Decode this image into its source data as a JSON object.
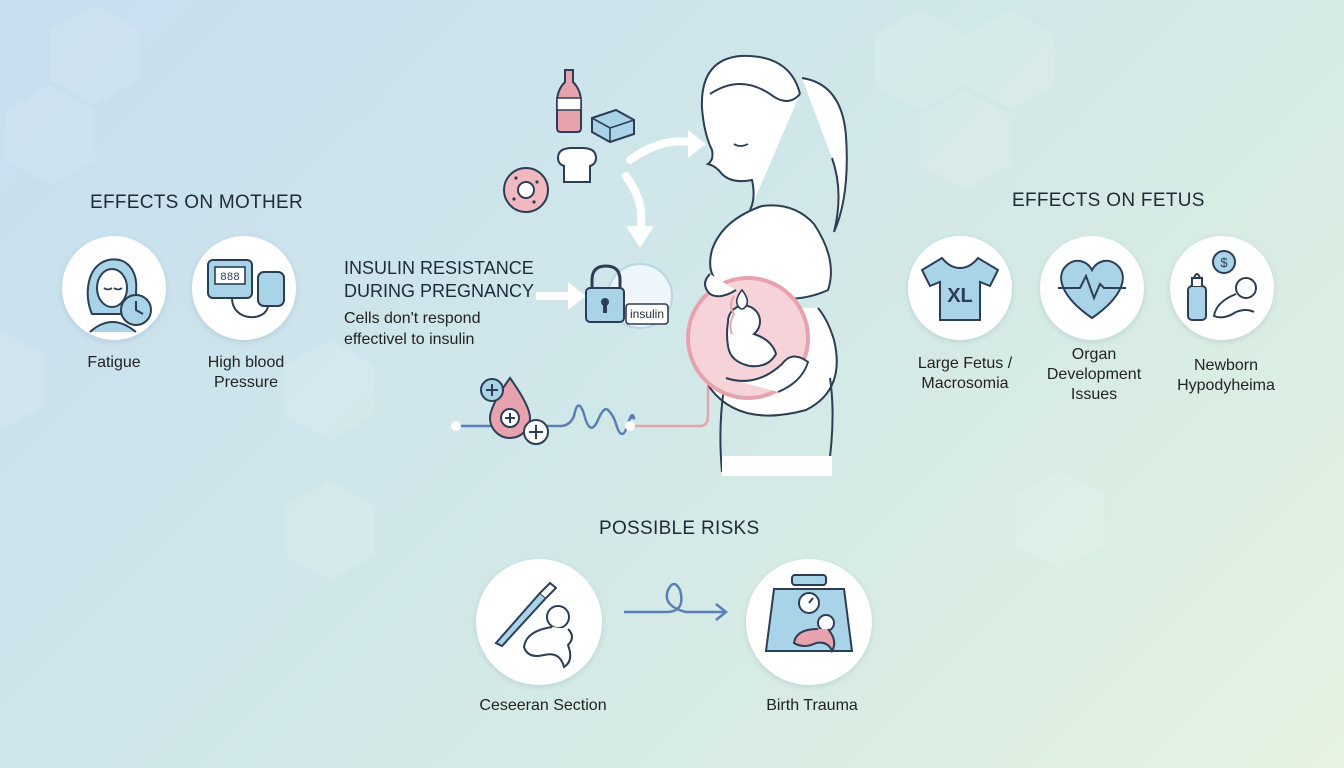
{
  "mother": {
    "title": "EFFECTS ON MOTHER",
    "items": [
      {
        "label": "Fatigue",
        "icon": "tired-woman-clock-icon"
      },
      {
        "label_line1": "High blood",
        "label_line2": "Pressure",
        "icon": "blood-pressure-monitor-icon"
      }
    ]
  },
  "fetus": {
    "title": "EFFECTS ON FETUS",
    "items": [
      {
        "label_line1": "Large Fetus /",
        "label_line2": "Macrosomia",
        "icon": "xl-shirt-icon"
      },
      {
        "label_line1": "Organ",
        "label_line2": "Development",
        "label_line3": "Issues",
        "icon": "heart-pulse-icon"
      },
      {
        "label_line1": "Newborn",
        "label_line2": "Hypodyheima",
        "icon": "baby-bottle-icon"
      }
    ]
  },
  "center": {
    "heading_line1": "INSULIN RESISTANCE",
    "heading_line2": "DURING PREGNANCY",
    "desc_line1": "Cells don't respond",
    "desc_line2": "effectivel to insulin",
    "lock_label": "insulin"
  },
  "risks": {
    "title": "POSSIBLE RISKS",
    "items": [
      {
        "label": "Ceseeran Section",
        "icon": "scalpel-fetus-icon"
      },
      {
        "label": "Birth Trauma",
        "icon": "scale-baby-icon"
      }
    ]
  },
  "colors": {
    "accent_blue": "#5a7fb8",
    "accent_pink": "#e7a3ad",
    "icon_fill_blue": "#a9d3e6",
    "line_dark": "#2c3e55"
  }
}
